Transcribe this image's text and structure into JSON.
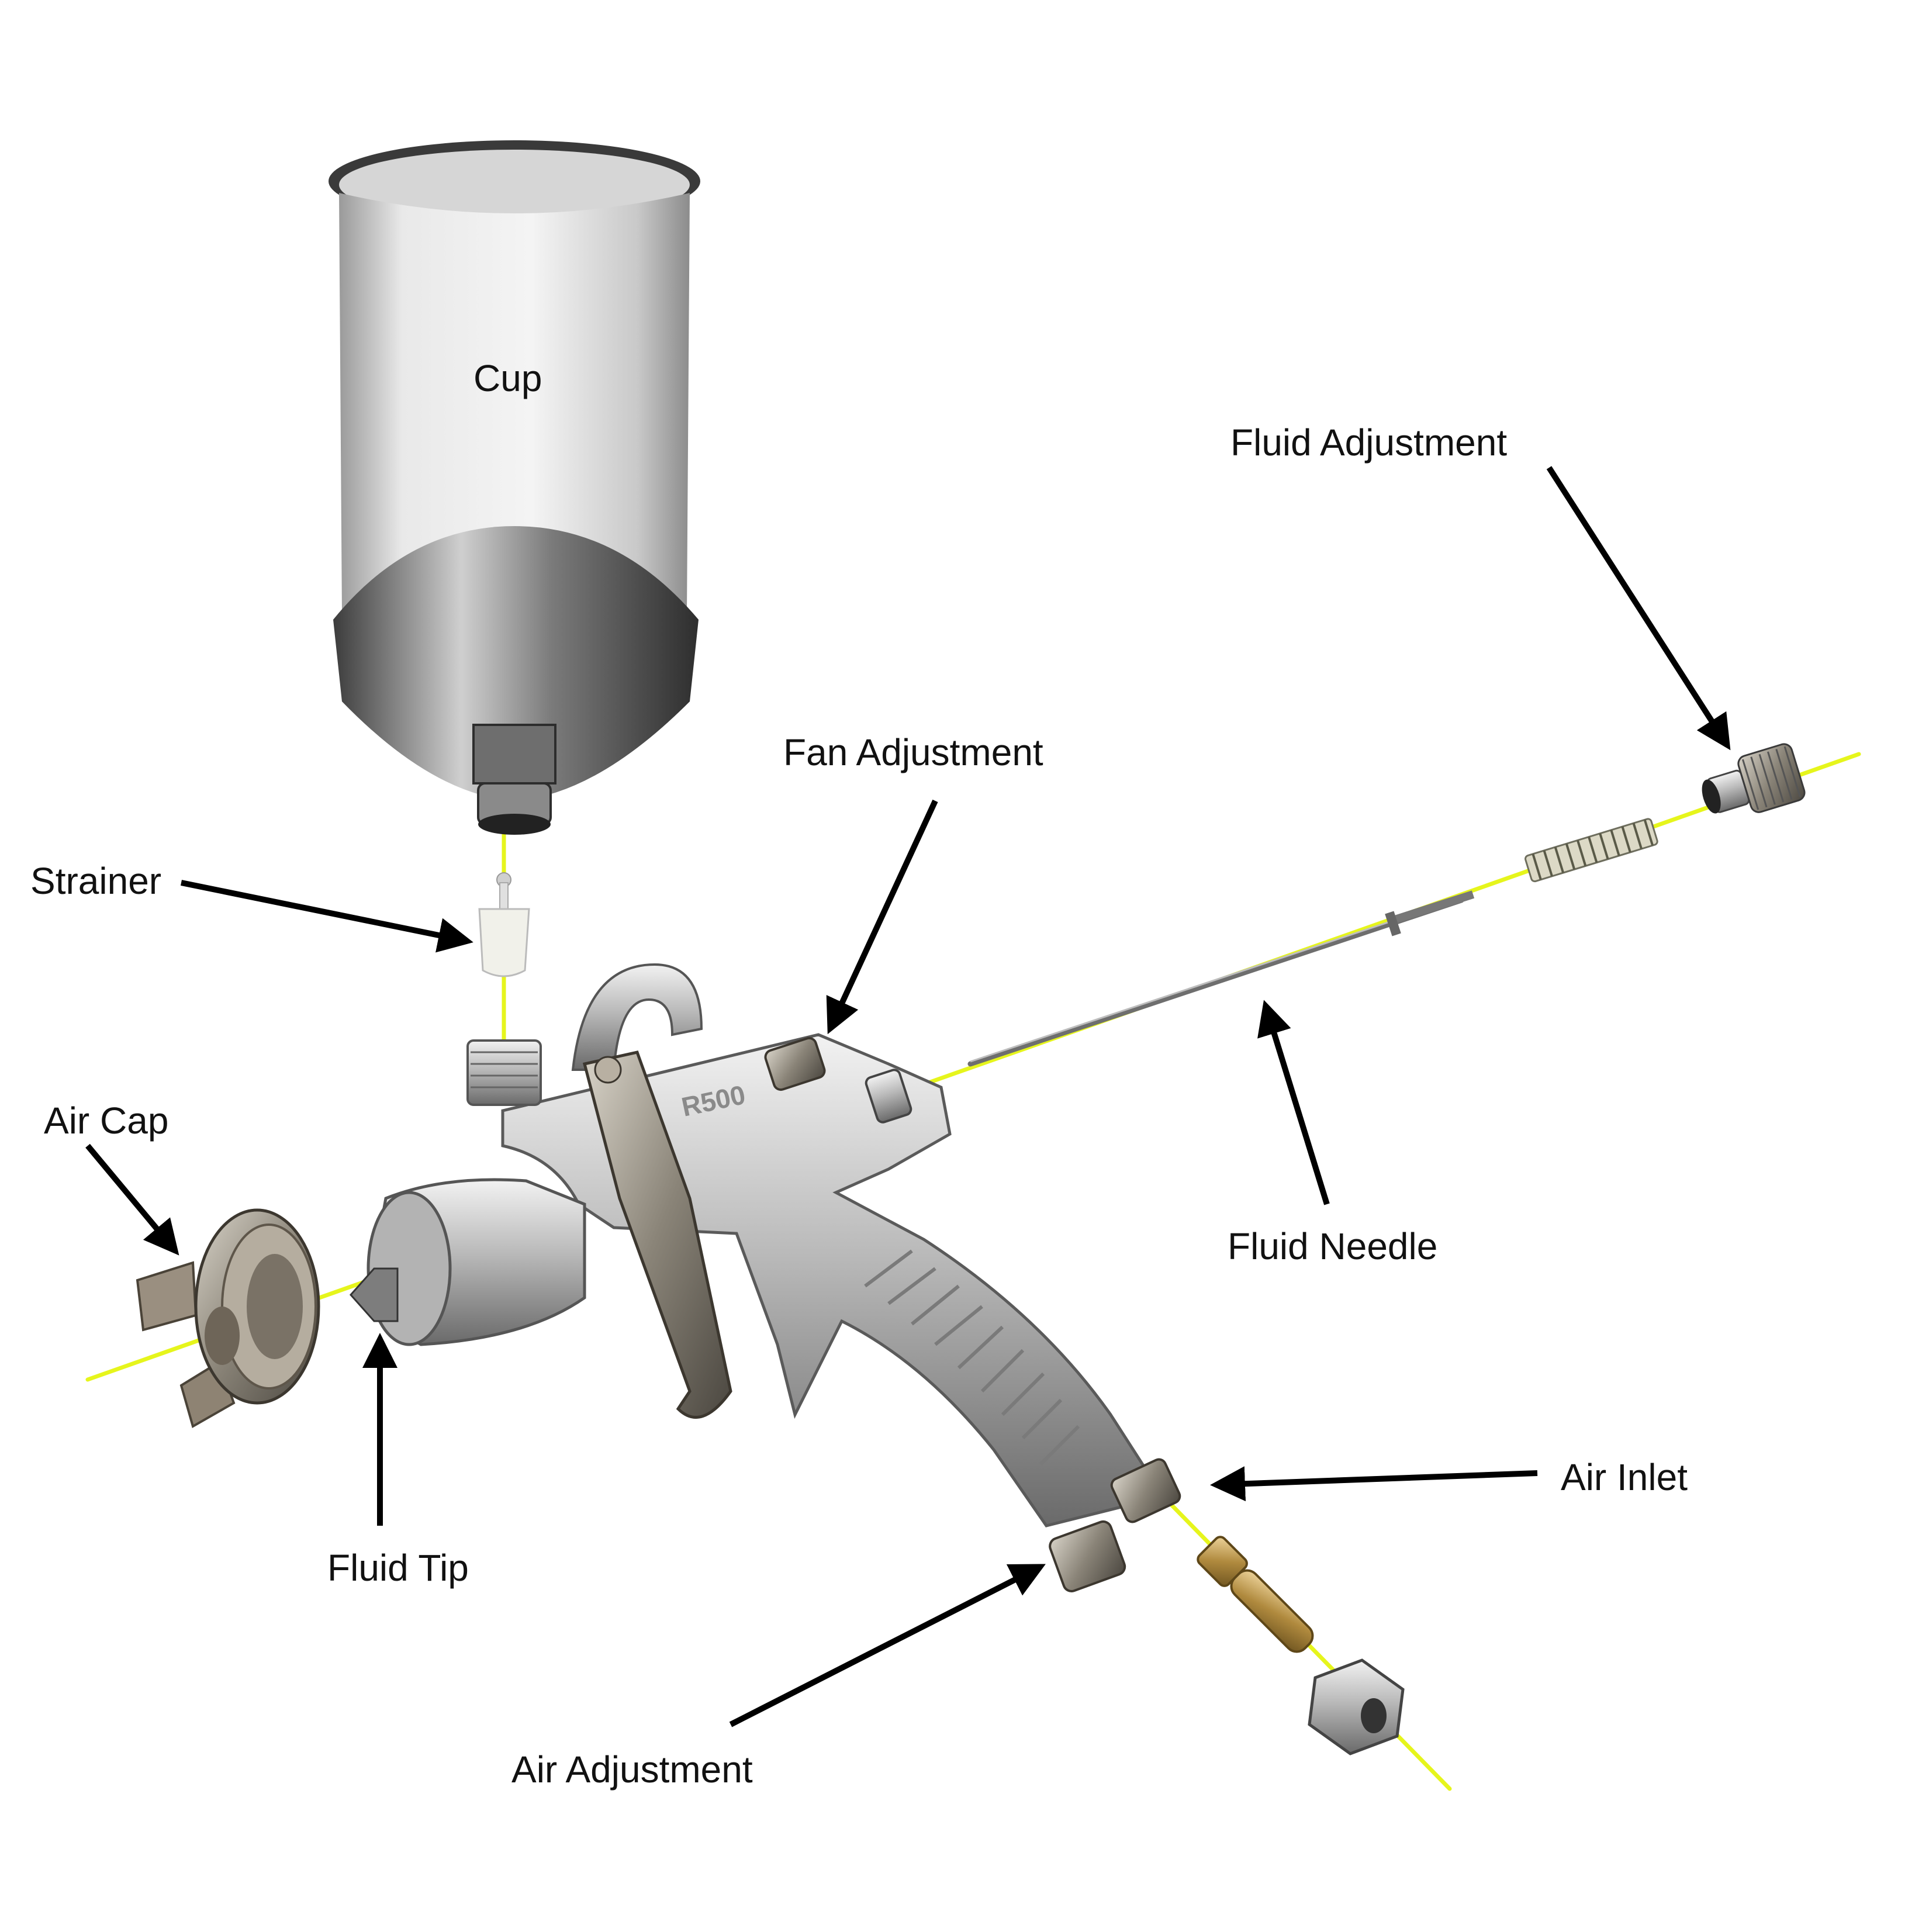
{
  "labels": {
    "cup": "Cup",
    "fluid_adjustment": "Fluid Adjustment",
    "fan_adjustment": "Fan Adjustment",
    "strainer": "Strainer",
    "air_cap": "Air Cap",
    "fluid_needle": "Fluid Needle",
    "fluid_tip": "Fluid Tip",
    "air_inlet": "Air Inlet",
    "air_adjustment": "Air Adjustment"
  },
  "gun_model": "R500",
  "colors": {
    "axis_line": "#e6f51c",
    "arrow": "#000000",
    "metal_light": "#e6e6e6",
    "metal_dark": "#6f6f6f",
    "brass": "#b08a3e"
  }
}
